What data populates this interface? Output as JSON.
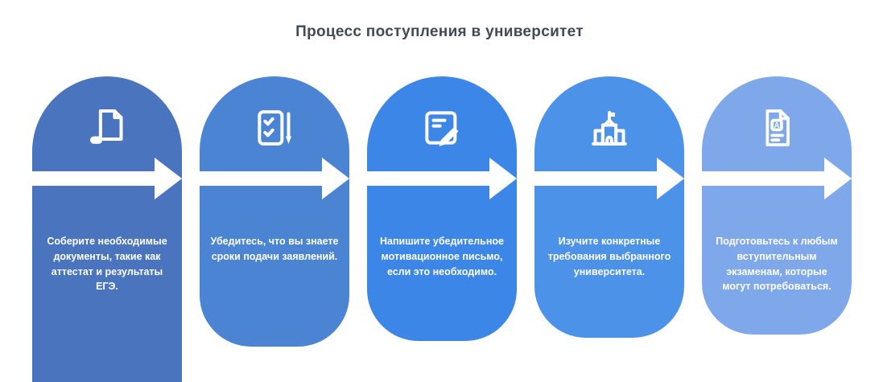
{
  "title": "Процесс поступления в университет",
  "steps": [
    {
      "name": "collect-documents",
      "icon": "documents-in-hand-icon",
      "color": "#4a75be",
      "text": "Соберите необходимые документы, такие как аттестат и результаты ЕГЭ."
    },
    {
      "name": "application-deadlines",
      "icon": "checklist-pen-icon",
      "color": "#4c84d4",
      "text": "Убедитесь, что вы знаете сроки подачи заявлений."
    },
    {
      "name": "motivation-letter",
      "icon": "writing-hand-icon",
      "color": "#3b86e6",
      "text": "Напишите убедительное мотивационное письмо, если это необходимо."
    },
    {
      "name": "university-requirements",
      "icon": "university-building-icon",
      "color": "#4d92e9",
      "text": "Изучите конкретные требования выбранного университета."
    },
    {
      "name": "entrance-exams",
      "icon": "exam-paper-icon",
      "color": "#7fa8ea",
      "icon_letter": "A",
      "text": "Подготовьтесь к любым вступительным экзаменам, которые могут потребоваться."
    }
  ]
}
